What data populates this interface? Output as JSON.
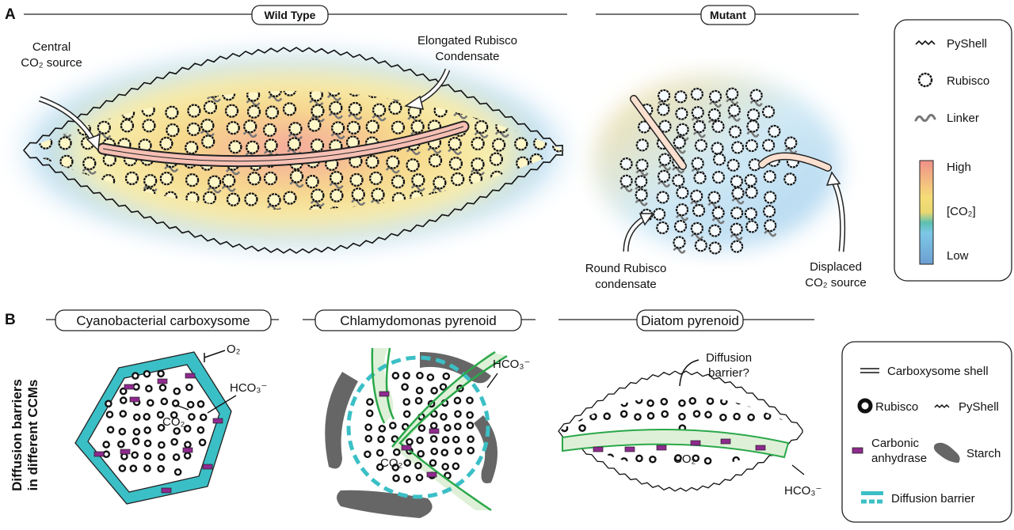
{
  "panel_a": {
    "letter": "A",
    "wild_type": {
      "title": "Wild Type",
      "label_source_1": "Central",
      "label_source_2": "CO₂ source",
      "label_condensate_1": "Elongated Rubisco",
      "label_condensate_2": "Condensate"
    },
    "mutant": {
      "title": "Mutant",
      "label_round_1": "Round Rubisco",
      "label_round_2": "condensate",
      "label_displaced_1": "Displaced",
      "label_displaced_2": "CO₂ source"
    },
    "legend": {
      "items": [
        "PyShell",
        "Rubisco",
        "Linker"
      ],
      "scale_high": "High",
      "scale_mid": "[CO₂]",
      "scale_low": "Low"
    }
  },
  "panel_b": {
    "letter": "B",
    "side_label_1": "Diffusion barriers",
    "side_label_2": "in different CCMs",
    "carboxysome": {
      "title": "Cyanobacterial carboxysome",
      "o2": "O₂",
      "hco3": "HCO₃⁻",
      "co2": "CO₂"
    },
    "chlamydomonas": {
      "title": "Chlamydomonas pyrenoid",
      "hco3": "HCO₃⁻",
      "co2": "CO₂"
    },
    "diatom": {
      "title": "Diatom pyrenoid",
      "barrier_1": "Diffusion",
      "barrier_2": "barrier?",
      "hco3": "HCO₃⁻",
      "co2": "CO₂"
    },
    "legend": {
      "shell": "Carboxysome shell",
      "rubisco": "Rubisco",
      "pyshell": "PyShell",
      "ca_1": "Carbonic",
      "ca_2": "anhydrase",
      "starch": "Starch",
      "barrier": "Diffusion barrier"
    }
  },
  "colors": {
    "teal": "#3bbfc6",
    "green": "#2aa84a",
    "magenta": "#8e2a8e",
    "starch": "#666666",
    "high": "#f0908a",
    "mid": "#f5dc78",
    "low": "#6fa6d6"
  }
}
